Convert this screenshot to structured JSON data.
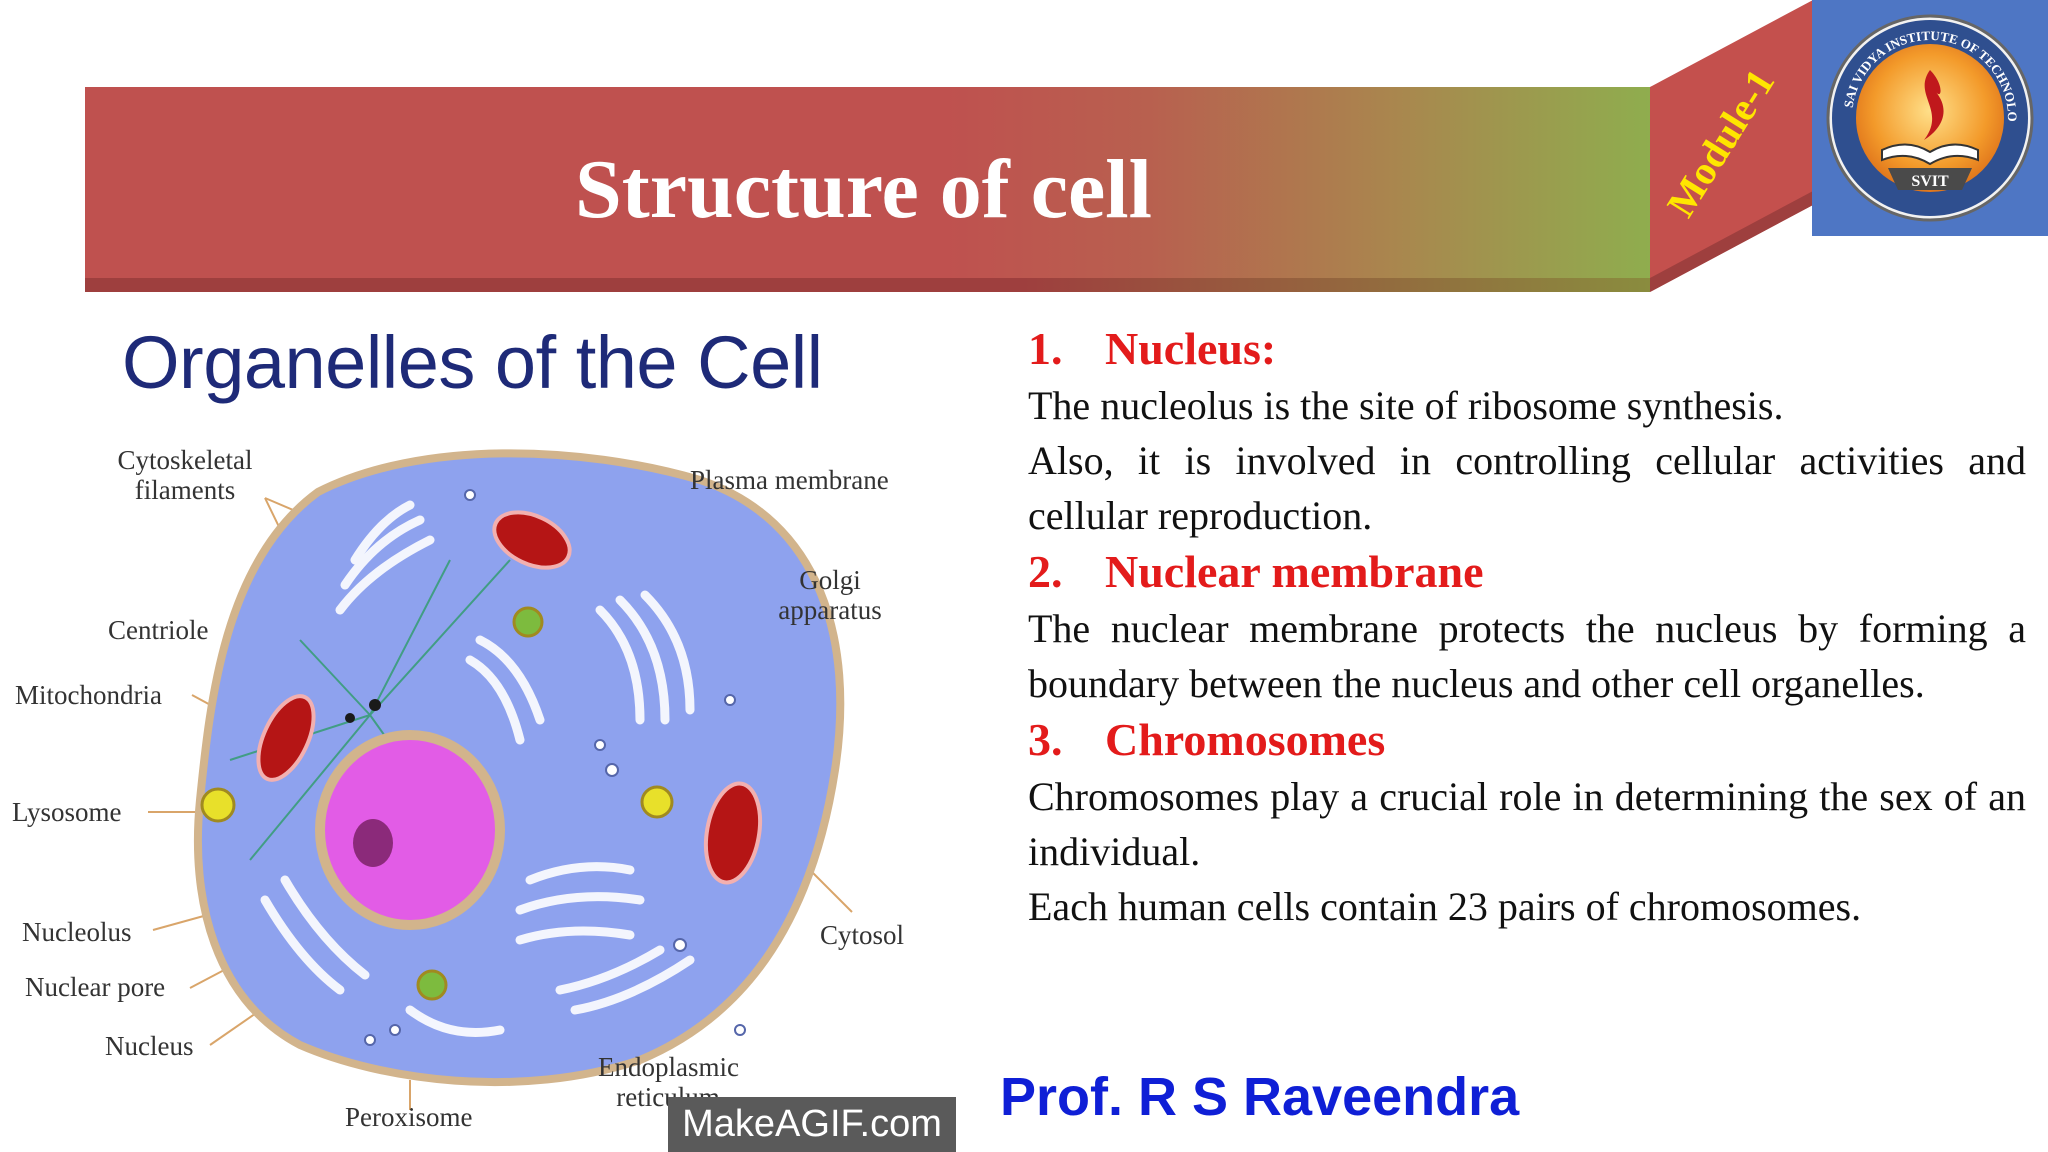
{
  "header": {
    "title": "Structure of cell",
    "module_label": "Module-1",
    "logo": {
      "ring_text": "SAI VIDYA INSTITUTE OF TECHNOLOGY",
      "abbr": "SVIT"
    }
  },
  "diagram": {
    "title": "Organelles of the Cell",
    "labels": {
      "cytoskeletal": "Cytoskeletal filaments",
      "plasma_membrane": "Plasma membrane",
      "golgi": "Golgi apparatus",
      "centriole": "Centriole",
      "mitochondria": "Mitochondria",
      "lysosome": "Lysosome",
      "cytosol": "Cytosol",
      "nucleolus": "Nucleolus",
      "nuclear_pore": "Nuclear pore",
      "nucleus": "Nucleus",
      "endoplasmic": "Endoplasmic reticulum",
      "peroxisome": "Peroxisome"
    },
    "watermark": "MakeAGIF.com"
  },
  "sections": [
    {
      "number": "1.",
      "heading": "Nucleus:",
      "lines": [
        "The nucleolus is the site of ribosome synthesis.",
        "Also, it is involved in controlling cellular activities and cellular reproduction."
      ]
    },
    {
      "number": "2.",
      "heading": "Nuclear membrane",
      "lines": [
        "The nuclear membrane protects the nucleus by forming a boundary between the nucleus and other cell organelles."
      ]
    },
    {
      "number": "3.",
      "heading": "Chromosomes",
      "lines": [
        "Chromosomes play a crucial role in determining the sex of an individual.",
        "Each human cells contain 23 pairs of chromosomes."
      ]
    }
  ],
  "footer": {
    "author": "Prof. R S Raveendra"
  },
  "colors": {
    "banner": "#bf514f",
    "banner_end": "#8fad4e",
    "heading": "#e31b1b",
    "author": "#0f1fd6",
    "diagram_title": "#1e2a78",
    "cell_body": "#8ea2ee",
    "nucleus": "#e25ce6"
  }
}
